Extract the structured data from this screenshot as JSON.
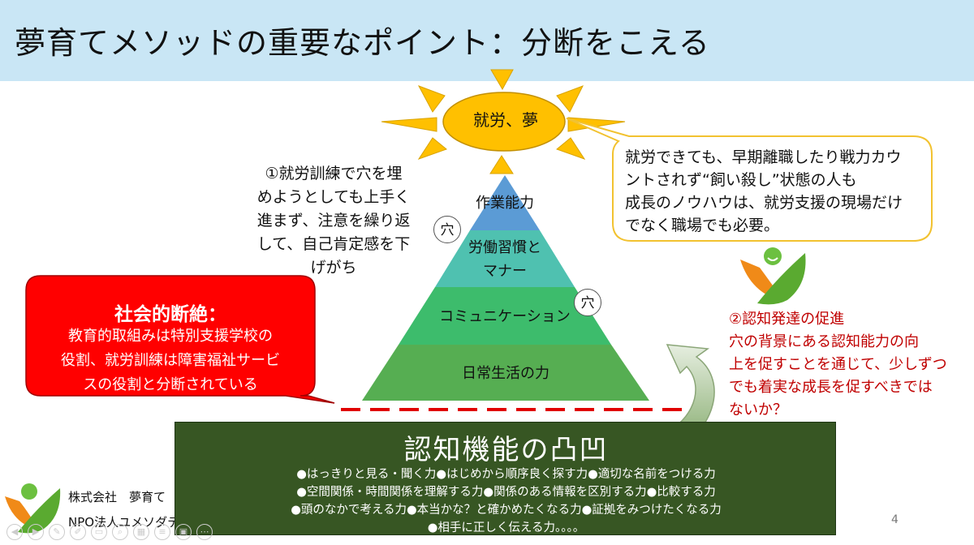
{
  "title": "夢育てメソッドの重要なポイント：分断をこえる",
  "sun": {
    "label": "就労、夢",
    "color": "#ffc000"
  },
  "note1": [
    "①就労訓練で穴を埋",
    "めようとしても上手く",
    "進まず、注意を繰り返",
    "して、自己肯定感を下",
    "げがち"
  ],
  "callout": [
    "就労できても、早期離職したり戦力カウ",
    "ントされず“飼い殺し”状態の人も",
    "成長のノウハウは、就労支援の現場だけ",
    "でなく職場でも必要。"
  ],
  "pyramid": {
    "levels": [
      {
        "label": "作業能力",
        "color": "#5b9bd5"
      },
      {
        "label": "労働習慣と",
        "label2": "マナー",
        "color": "#4fc1b0"
      },
      {
        "label": "コミュニケーション",
        "color": "#3dbc6c"
      },
      {
        "label": "日常生活の力",
        "color": "#56ae52"
      }
    ],
    "hole_label": "穴"
  },
  "social": {
    "title": "社会的断絶：",
    "body": [
      "教育的取組みは特別支援学校の",
      "役割、就労訓練は障害福祉サービ",
      "スの役割と分断されている"
    ],
    "color": "#ff0000"
  },
  "red_note": [
    "②認知発達の促進",
    "穴の背景にある認知能力の向",
    "上を促すことを通じて、少しずつ",
    "でも着実な成長を促すべきでは",
    "ないか？"
  ],
  "cognitive": {
    "title": "認知機能の凸凹",
    "lines": [
      "●はっきりと見る・聞く力●はじめから順序良く探す力●適切な名前をつける力",
      "●空間関係・時間関係を理解する力●関係のある情報を区別する力●比較する力",
      "●頭のなかで考える力●本当かな？と確かめたくなる力●証拠をみつけたくなる力",
      "●相手に正しく伝える力。。。。"
    ],
    "color": "#375623"
  },
  "company": "株式会社　夢育て",
  "npo": "NPO法人ユメソダテ",
  "page_number": "4",
  "toolbar_icons": [
    "prev-icon",
    "next-icon",
    "pen-icon",
    "highlighter-icon",
    "eraser-icon",
    "zoom-icon",
    "grid-icon",
    "subtitle-icon",
    "camera-icon",
    "more-icon"
  ]
}
